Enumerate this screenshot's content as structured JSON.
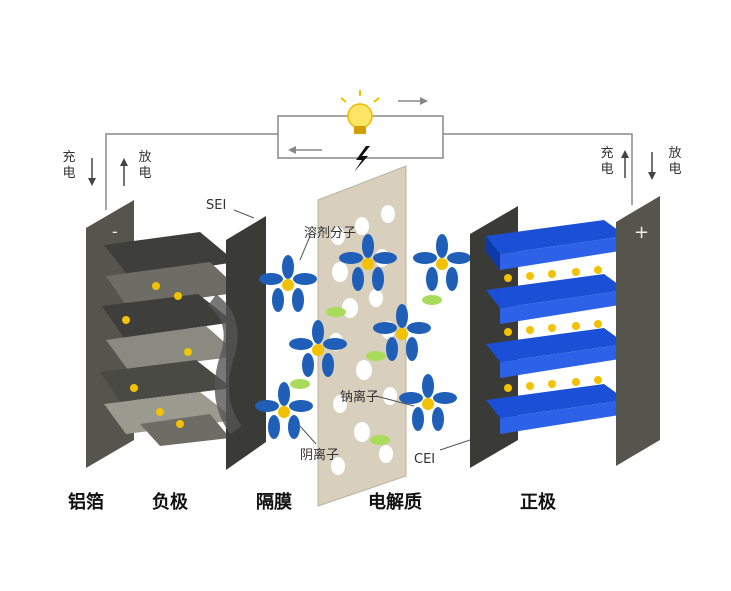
{
  "circuit": {
    "charge_left": "充电",
    "discharge_left": "放电",
    "charge_right": "充电",
    "discharge_right": "放电",
    "neg_sign": "-",
    "pos_sign": "+"
  },
  "annotations": {
    "sei": "SEI",
    "solvent": "溶剂分子",
    "sodium_ion": "钠离子",
    "anion": "阴离子",
    "cei": "CEI"
  },
  "bottom_labels": {
    "aluminum_foil": "铝箔",
    "anode": "负极",
    "separator": "隔膜",
    "electrolyte": "电解质",
    "cathode": "正极"
  },
  "colors": {
    "blue_petal": "#1f5fb8",
    "ion_yellow": "#f2c200",
    "anion_green": "#a8dc5a",
    "cathode_blue": "#1a4fd6",
    "plate_dark": "#4a4a44"
  },
  "icons": {
    "bulb": "lightbulb-icon",
    "bolt": "lightning-icon"
  }
}
